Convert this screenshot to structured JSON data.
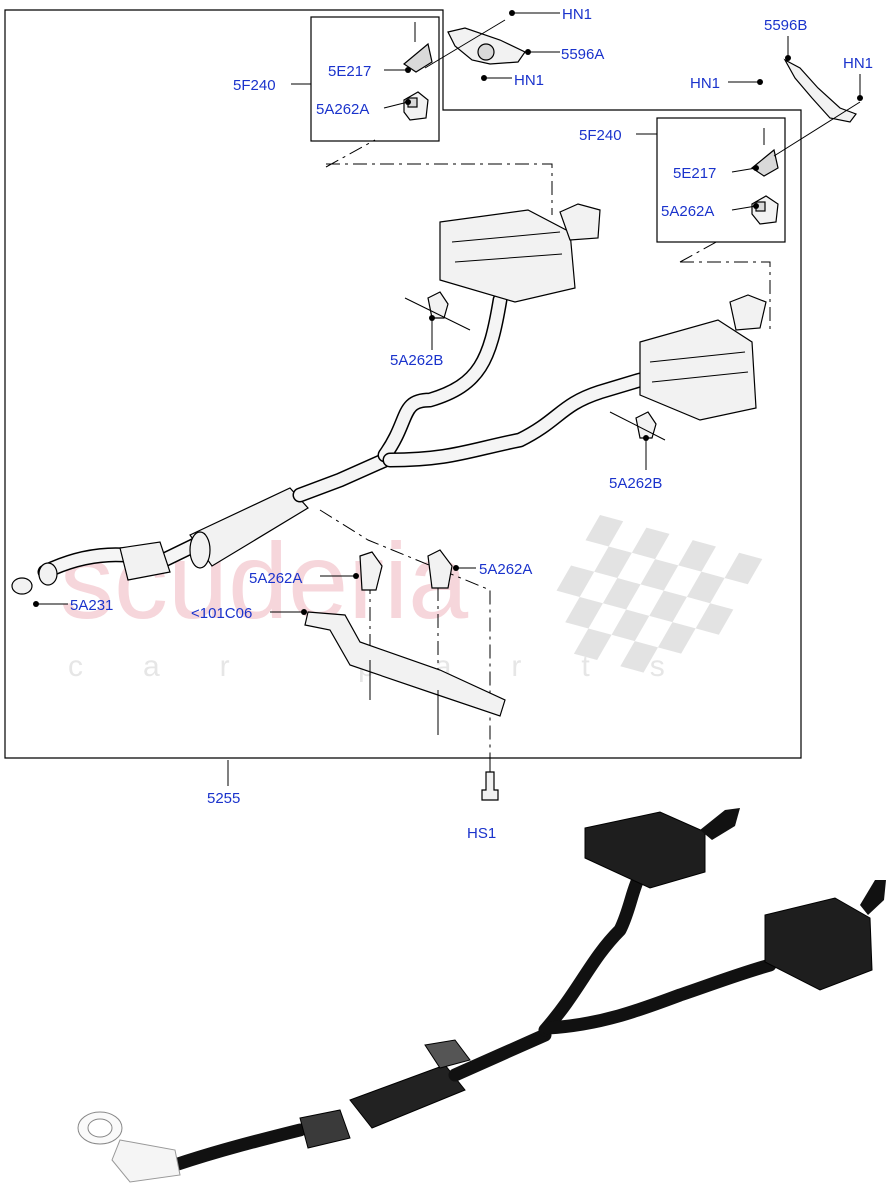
{
  "watermark": {
    "brand": "scuderia",
    "tagline": "car parts",
    "color": "#f4c9cf"
  },
  "colors": {
    "label": "#1a33cc",
    "line": "#000000"
  },
  "labels": {
    "hn1_a": "HN1",
    "n5596a": "5596A",
    "hn1_b": "HN1",
    "n5f240_a": "5F240",
    "n5e217_a": "5E217",
    "n5a262a_a": "5A262A",
    "n5596b": "5596B",
    "hn1_c": "HN1",
    "hn1_d": "HN1",
    "n5f240_b": "5F240",
    "n5e217_b": "5E217",
    "n5a262a_b": "5A262A",
    "n5a262b_a": "5A262B",
    "n5a262b_b": "5A262B",
    "n5a262a_c": "5A262A",
    "n5a262a_d": "5A262A",
    "n5a231": "5A231",
    "n101c06": "<101C06",
    "n5255": "5255",
    "hs1": "HS1"
  }
}
